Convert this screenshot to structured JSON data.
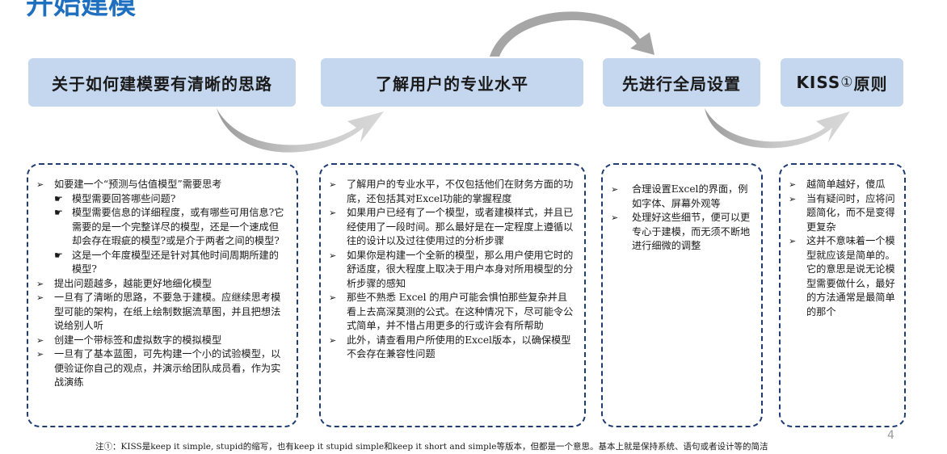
{
  "title": "开始建模",
  "headers": [
    {
      "label": "关于如何建模要有清晰的思路"
    },
    {
      "label": "了解用户的专业水平"
    },
    {
      "label": "先进行全局设置"
    },
    {
      "label_main": "KISS",
      "label_sup": "①",
      "label_suffix": "原则"
    }
  ],
  "panels": [
    {
      "items": [
        {
          "text": "如要建一个“预测与估值模型”需要思考",
          "sub": [
            "模型需要回答哪些问题?",
            "模型需要信息的详细程度，或有哪些可用信息?它需要的是一个完整详尽的模型，还是一个速成但却会存在瑕疵的模型?或是介于两者之间的模型?",
            "这是一个年度模型还是针对其他时间周期所建的模型?"
          ]
        },
        {
          "text": "提出问题越多，越能更好地细化模型"
        },
        {
          "text": "一旦有了清晰的思路，不要急于建模。应继续思考模型可能的架构，在纸上绘制数据流草图，并且把想法说给别人听"
        },
        {
          "text": "创建一个带标签和虚拟数字的模拟模型"
        },
        {
          "text": "一旦有了基本蓝图，可先构建一个小的试验模型，以便验证你自己的观点，并演示给团队成员看，作为实战演练"
        }
      ]
    },
    {
      "items": [
        {
          "text": "了解用户的专业水平，不仅包括他们在财务方面的功底，还包括其对Excel功能的掌握程度"
        },
        {
          "text": "如果用户已经有了一个模型，或者建模样式，并且已经使用了一段时间。那么最好是在一定程度上遵循以往的设计以及过往使用过的分析步骤"
        },
        {
          "text": "如果你是构建一个全新的模型，那么用户使用它时的舒适度，很大程度上取决于用户本身对所用模型的分析步骤的感知"
        },
        {
          "text": "那些不熟悉 Excel 的用户可能会惧怕那些复杂并且看上去高深莫测的公式。在这种情况下，尽可能令公式简单，并不惜占用更多的行或许会有所帮助"
        },
        {
          "text": "此外，请查看用户所使用的Excel版本，以确保模型不会存在兼容性问题"
        }
      ]
    },
    {
      "items": [
        {
          "text": "合理设置Excel的界面，例如字体、屏幕外观等"
        },
        {
          "text": "处理好这些细节，便可以更专心于建模，而无须不断地进行细微的调整"
        }
      ]
    },
    {
      "items": [
        {
          "text": "越简单越好，傻瓜"
        },
        {
          "text": "当有疑问时，应将问题简化，而不是变得更复杂"
        },
        {
          "text": "这并不意味着一个模型就应该是简单的。它的意思是说无论模型需要做什么，最好的方法通常是最简单的那个"
        }
      ]
    }
  ],
  "footnote": "注①：KISS是keep it simple, stupid的缩写，也有keep it stupid simple和keep it short and simple等版本，但都是一个意思。基本上就是保持系统、语句或者设计等的简洁",
  "page_number": "4",
  "colors": {
    "title": "#1f6fc0",
    "header_fill": "#c5d7ef",
    "panel_border": "#1f3c73",
    "arrow": "#bfbfbf"
  }
}
